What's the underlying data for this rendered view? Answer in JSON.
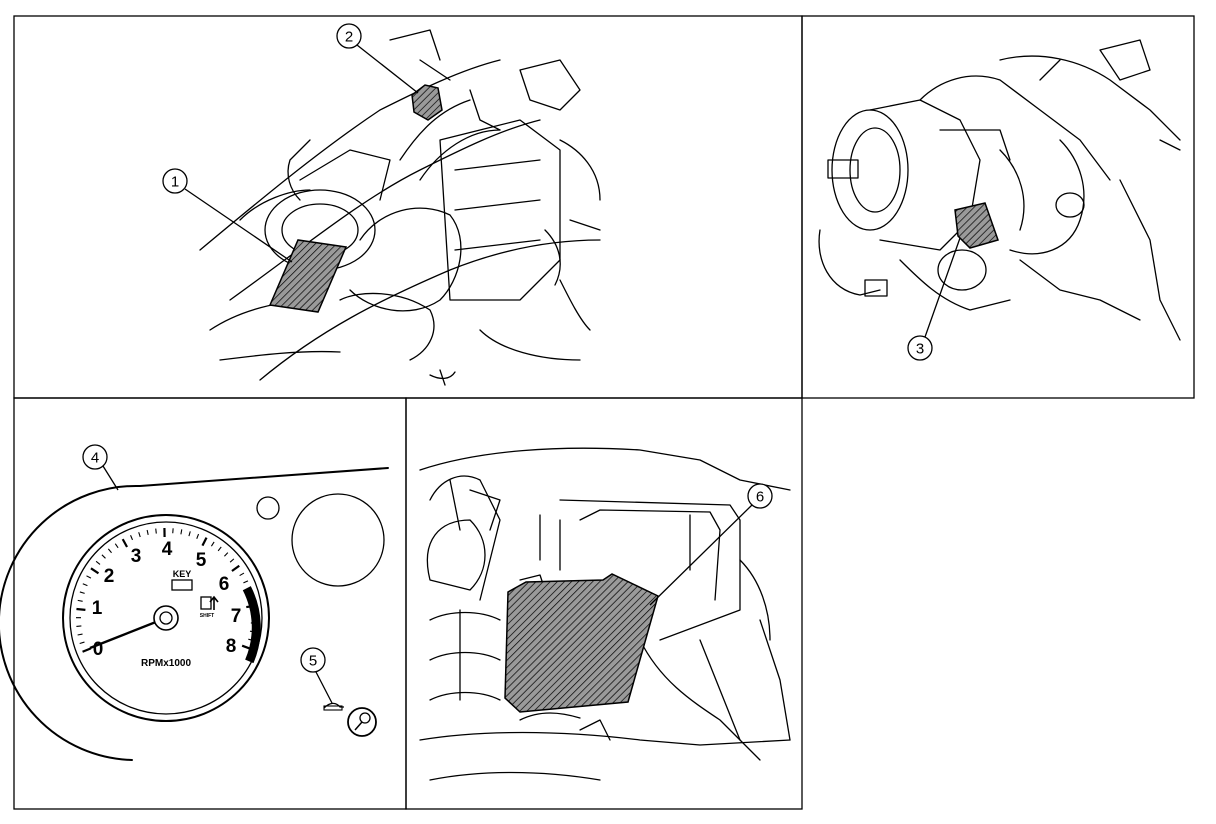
{
  "callouts": [
    "1",
    "2",
    "3",
    "4",
    "5",
    "6"
  ],
  "gauge": {
    "numbers": [
      "0",
      "1",
      "2",
      "3",
      "4",
      "5",
      "6",
      "7",
      "8"
    ],
    "key_label": "KEY",
    "shift_label": "SHIFT",
    "unit_label": "RPMx1000"
  }
}
